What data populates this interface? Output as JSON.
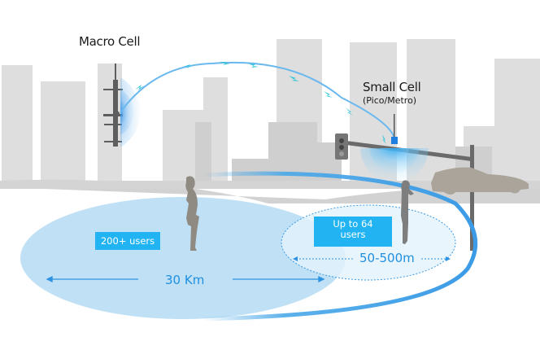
{
  "diagram": {
    "macro_cell": {
      "label": "Macro Cell",
      "coverage_users": "200+ users",
      "range": "30 Km"
    },
    "small_cell": {
      "label": "Small Cell",
      "sublabel": "(Pico/Metro)",
      "coverage_users": "Up to 64\nusers",
      "coverage_users_line1": "Up to 64",
      "coverage_users_line2": "users",
      "range": "50-500m"
    },
    "colors": {
      "accent_blue": "#22b4f2",
      "distance_text": "#1f8fe0",
      "macro_coverage": "#bfe0f5",
      "small_coverage": "#e4f3fc",
      "signal_link": "#34c6d8",
      "skyline": "#d9d9d9",
      "silhouette": "#8f8a82"
    }
  }
}
